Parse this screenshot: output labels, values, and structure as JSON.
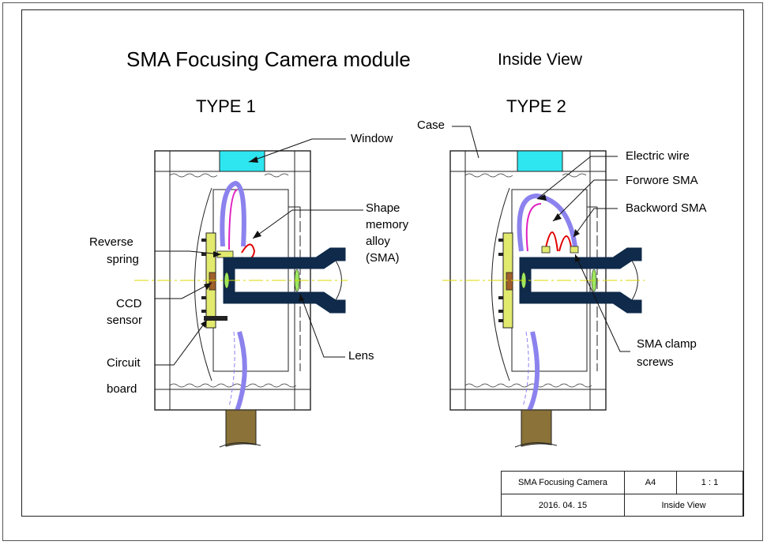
{
  "title": "SMA Focusing Camera module",
  "subtitle": "Inside View",
  "type1": {
    "heading": "TYPE 1",
    "labels": {
      "window": "Window",
      "sma_line1": "Shape",
      "sma_line2": "memory",
      "sma_line3": "alloy",
      "sma_line4": "(SMA)",
      "reverse_line1": "Reverse",
      "reverse_line2": "spring",
      "ccd_line1": "CCD",
      "ccd_line2": "sensor",
      "circuit_line1": "Circuit",
      "circuit_line2": "board",
      "lens": "Lens"
    }
  },
  "type2": {
    "heading": "TYPE 2",
    "labels": {
      "case": "Case",
      "electric_wire": "Electric wire",
      "forward_sma": "Forwore SMA",
      "backward_sma": "Backword SMA",
      "clamp_line1": "SMA clamp",
      "clamp_line2": "screws"
    }
  },
  "title_block": {
    "name": "SMA Focusing Camera",
    "paper": "A4",
    "scale": "1 : 1",
    "date": "2016. 04. 15",
    "view": "Inside View"
  },
  "colors": {
    "window": "#2ee6f0",
    "barrel": "#0f2a4a",
    "cable": "#8c82ee",
    "board": "#e2ea6e",
    "sma_magenta": "#e020c0",
    "sma_red": "#e00000",
    "lens": "#9ce860",
    "plug": "#8a7238",
    "ccd": "#a0602a"
  }
}
